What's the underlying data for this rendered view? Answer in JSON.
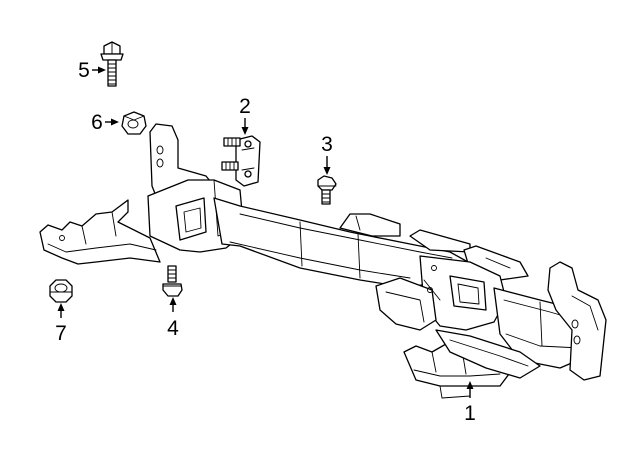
{
  "diagram": {
    "callouts": [
      {
        "id": "1",
        "part": "hitch-frame"
      },
      {
        "id": "2",
        "part": "bracket-with-studs"
      },
      {
        "id": "3",
        "part": "flange-bolt"
      },
      {
        "id": "4",
        "part": "flange-bolt"
      },
      {
        "id": "5",
        "part": "long-flange-bolt"
      },
      {
        "id": "6",
        "part": "flange-nut"
      },
      {
        "id": "7",
        "part": "flange-nut"
      }
    ],
    "line_color": "#000000",
    "background": "#ffffff"
  }
}
